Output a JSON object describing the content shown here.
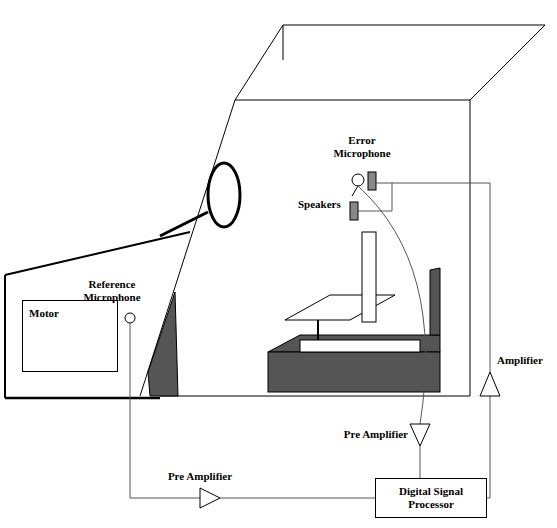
{
  "diagram": {
    "nodes": [
      {
        "text": [
          "Motor"
        ]
      },
      {
        "text": [
          "Digital Signal Processor"
        ]
      }
    ],
    "labels": [
      "Reference Microphone",
      "Error Microphone",
      "Speakers",
      "Pre Amplifier",
      "Pre Amplifier",
      "Amplifier"
    ]
  }
}
